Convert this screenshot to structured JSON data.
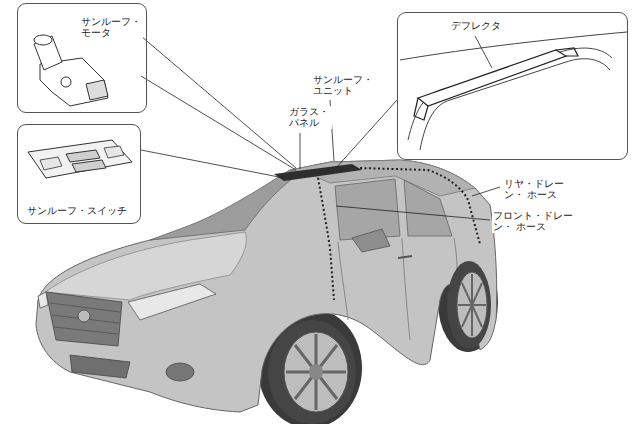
{
  "diagram": {
    "nodes": [
      {
        "text": [
          "サンルーフ・ モータ"
        ]
      },
      {
        "text": [
          "サンルーフ・スイッチ"
        ]
      },
      {
        "text": [
          "デフレクタ"
        ]
      }
    ],
    "labels": [
      "ガラス・ パネル",
      "サンルーフ・ ユニット",
      "リヤ・ドレーン・ ホース",
      "フロント・ドレーン・ ホース"
    ]
  }
}
